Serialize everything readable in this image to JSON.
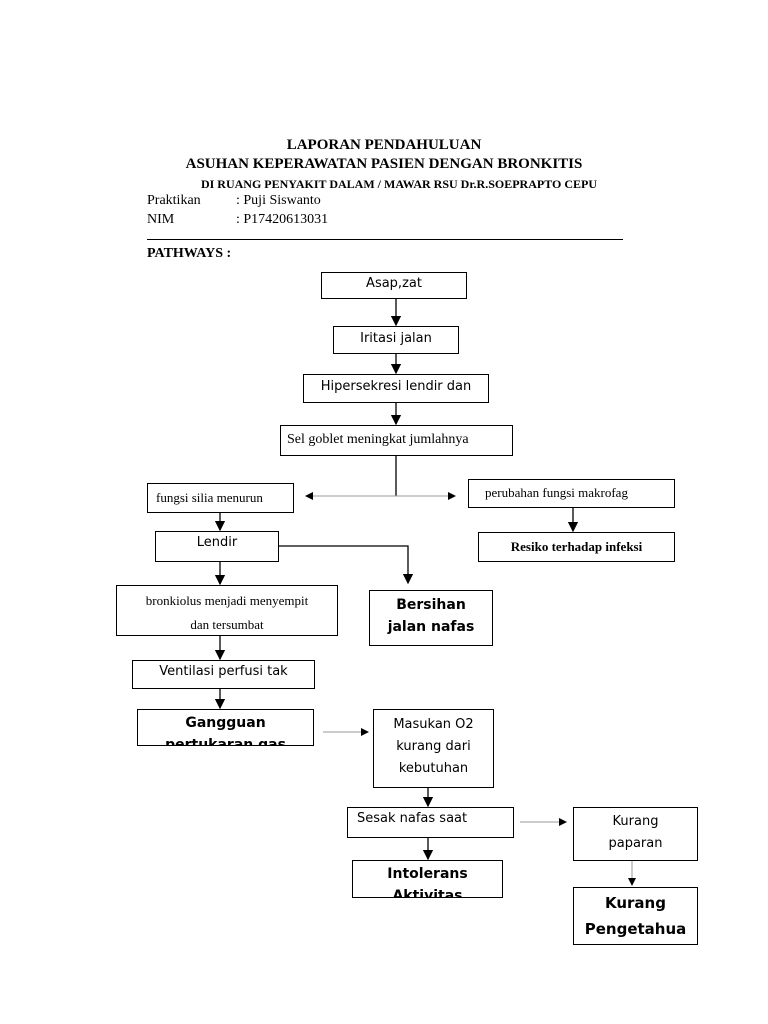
{
  "header": {
    "title": "LAPORAN PENDAHULUAN",
    "subtitle": "ASUHAN KEPERAWATAN PASIEN DENGAN BRONKITIS",
    "location": "DI RUANG PENYAKIT DALAM / MAWAR RSU Dr.R.SOEPRAPTO CEPU",
    "praktikan_label": "Praktikan",
    "praktikan_value": ": Puji Siswanto",
    "nim_label": "NIM",
    "nim_value": ": P17420613031"
  },
  "section_title": "PATHWAYS :",
  "nodes": {
    "asap": "Asap,zat",
    "iritasi": "Iritasi jalan",
    "hipersekresi": "Hipersekresi lendir dan",
    "sel_goblet": "Sel goblet meningkat jumlahnya",
    "fungsi_silia": "fungsi silia menurun",
    "makrofag": "perubahan fungsi makrofag",
    "lendir": "Lendir",
    "resiko": "Resiko terhadap infeksi",
    "bronkiolus_1": "bronkiolus menjadi menyempit",
    "bronkiolus_2": "dan tersumbat",
    "bersihan_1": "Bersihan",
    "bersihan_2": "jalan nafas",
    "ventilasi": "Ventilasi perfusi tak",
    "gangguan_1": "Gangguan",
    "gangguan_2": "pertukaran gas",
    "masukan_1": "Masukan  O2",
    "masukan_2": "kurang dari",
    "masukan_3": "kebutuhan",
    "sesak": "Sesak nafas saat",
    "kurang_paparan_1": "Kurang",
    "kurang_paparan_2": "paparan",
    "intolerans_1": "Intolerans",
    "intolerans_2": "Aktivitas",
    "kurang_pengetahuan_1": "Kurang",
    "kurang_pengetahuan_2": "Pengetahua"
  }
}
